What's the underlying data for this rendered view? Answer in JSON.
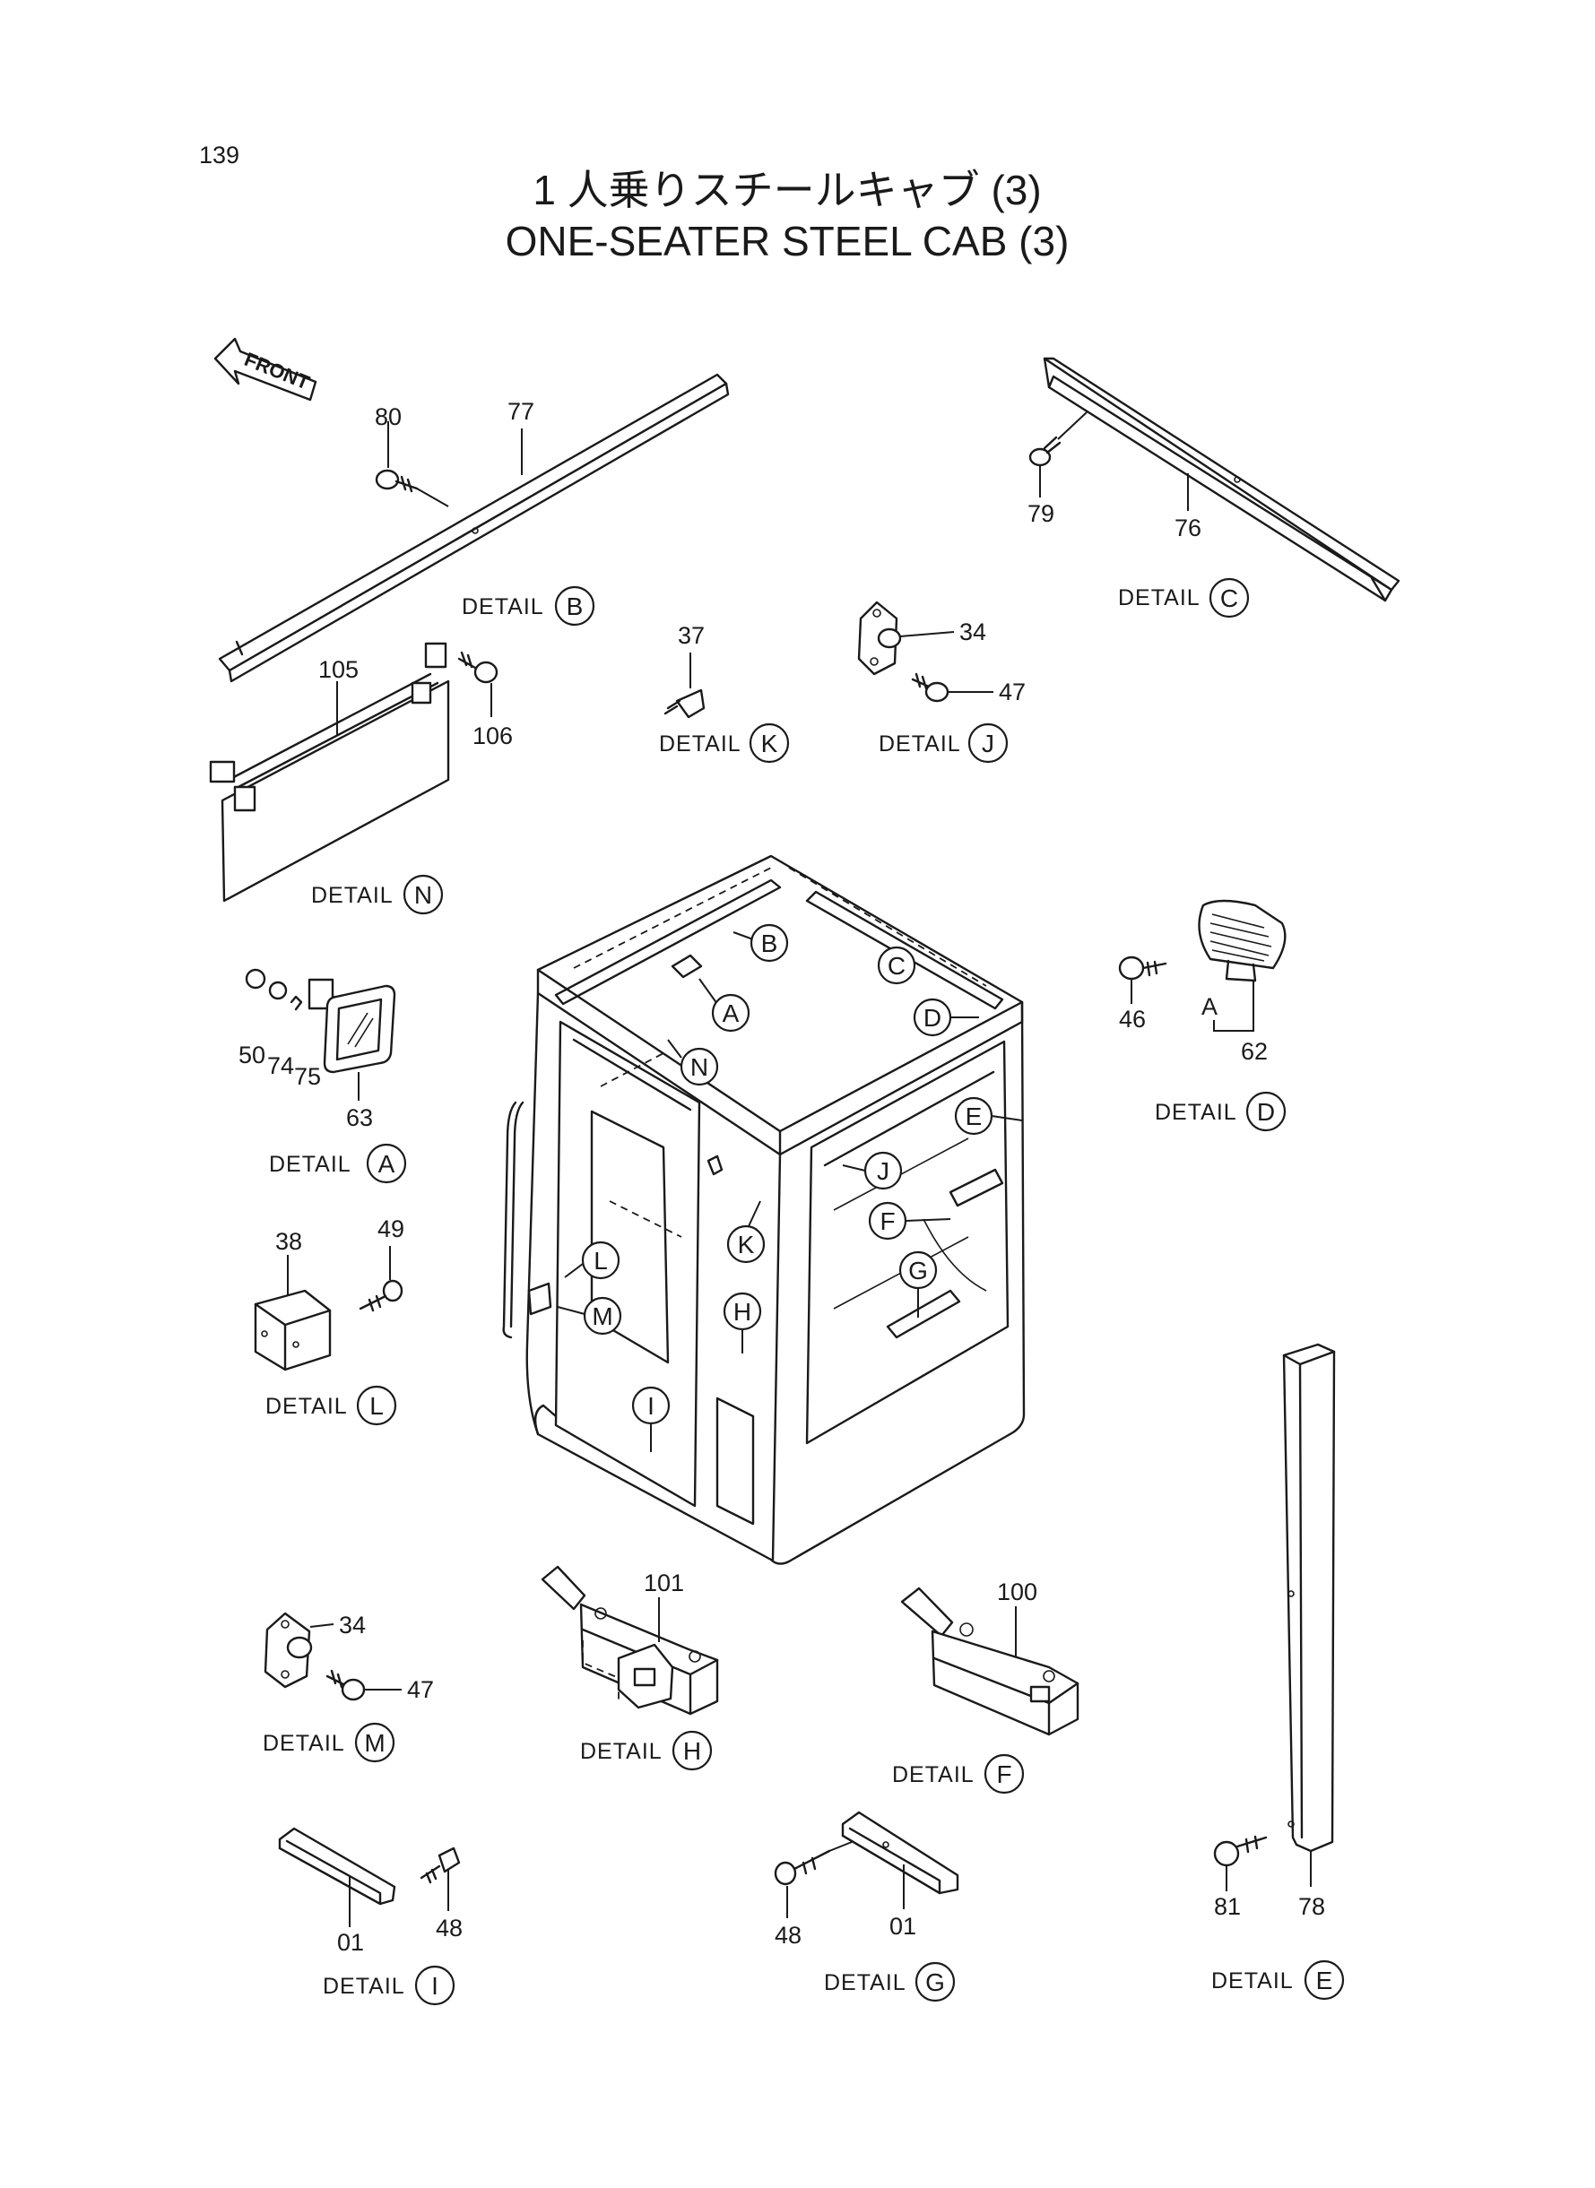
{
  "page_number": "139",
  "title_ja": "1 人乗りスチールキャブ (3)",
  "title_en": "ONE-SEATER STEEL CAB (3)",
  "front_label": "FRONT",
  "detail_word": "DETAIL",
  "details": {
    "A": "A",
    "B": "B",
    "C": "C",
    "D": "D",
    "E": "E",
    "F": "F",
    "G": "G",
    "H": "H",
    "I": "I",
    "J": "J",
    "K": "K",
    "L": "L",
    "M": "M",
    "N": "N"
  },
  "parts": {
    "p77": "77",
    "p80": "80",
    "p76": "76",
    "p79": "79",
    "p105": "105",
    "p106": "106",
    "p37": "37",
    "p34a": "34",
    "p47a": "47",
    "p50": "50",
    "p74": "74",
    "p75": "75",
    "p63": "63",
    "p46": "46",
    "p62": "62",
    "p62_ref": "A",
    "p38": "38",
    "p49": "49",
    "p34b": "34",
    "p47b": "47",
    "p101": "101",
    "p100": "100",
    "p01a": "01",
    "p48a": "48",
    "p48b": "48",
    "p01b": "01",
    "p81": "81",
    "p78": "78"
  }
}
